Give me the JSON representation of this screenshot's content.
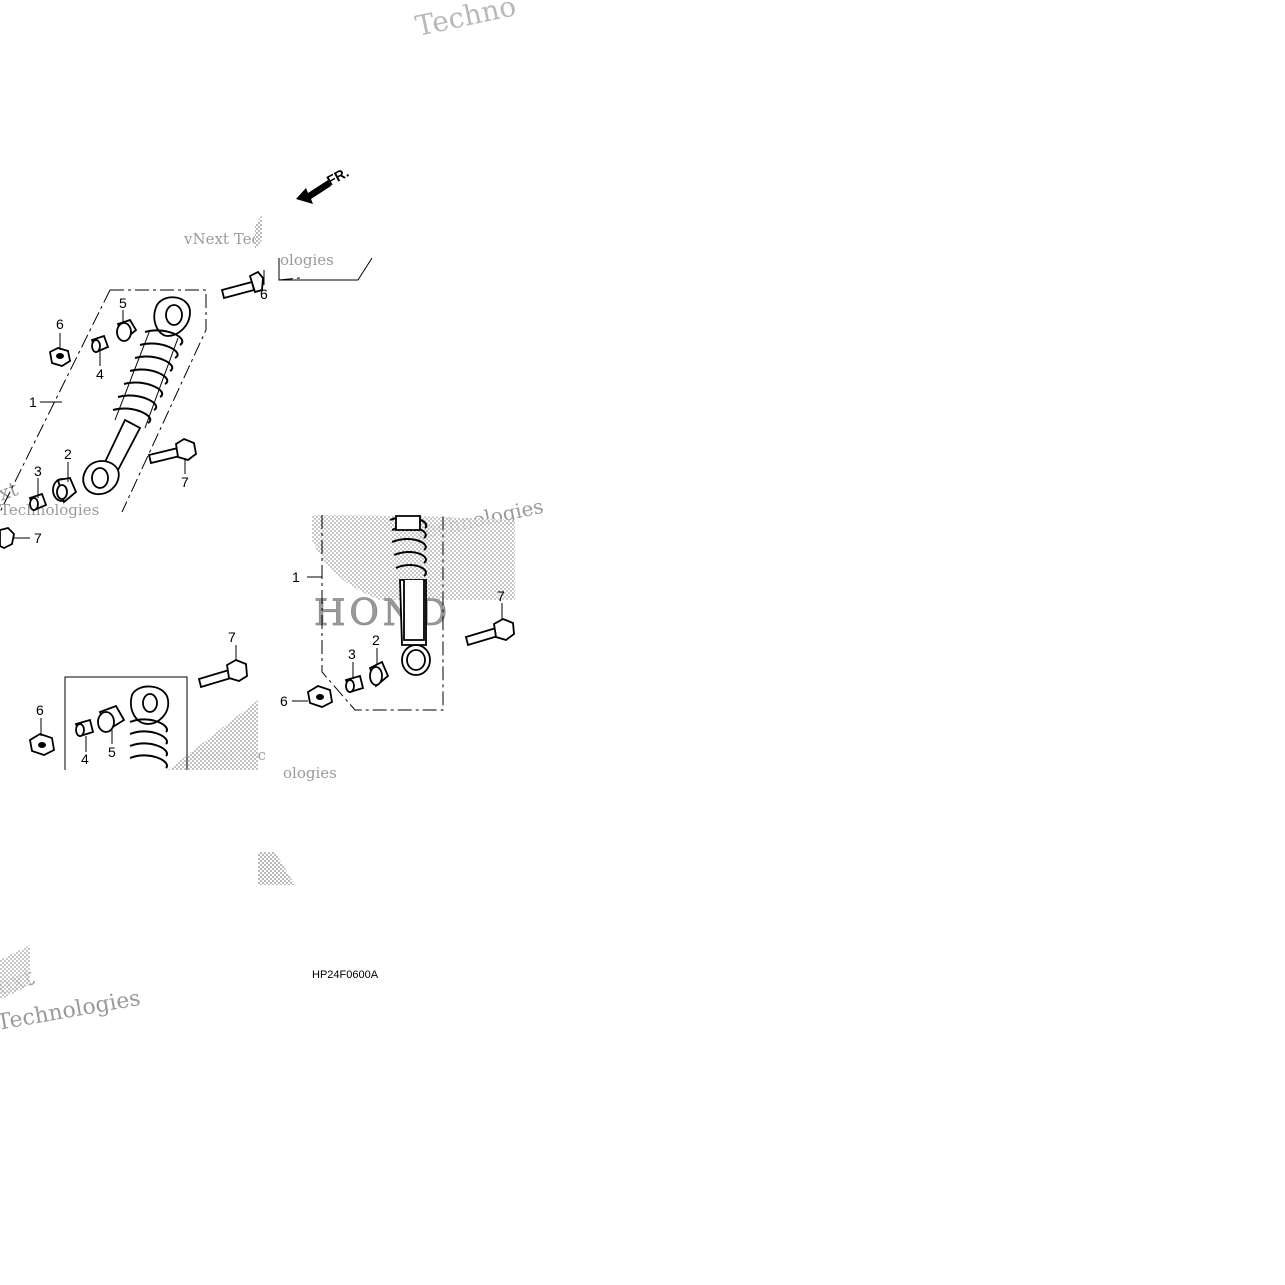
{
  "diagram": {
    "code": "HP24F0600A",
    "direction_marker": "FR.",
    "callouts": {
      "top_panel": [
        "6",
        "5",
        "4",
        "1",
        "3",
        "2",
        "7",
        "6"
      ],
      "right_panel": [
        "1",
        "7",
        "2",
        "3",
        "6"
      ],
      "left_lower_panel": [
        "7",
        "6",
        "4",
        "5"
      ],
      "stray": [
        "7"
      ]
    },
    "watermarks": {
      "tech_fragment": "Techno",
      "brand_a": "vNext Tec",
      "brand_b": "ologies",
      "brand_c": "Technologies",
      "brand_d": "ext",
      "honda": "HOND"
    }
  }
}
